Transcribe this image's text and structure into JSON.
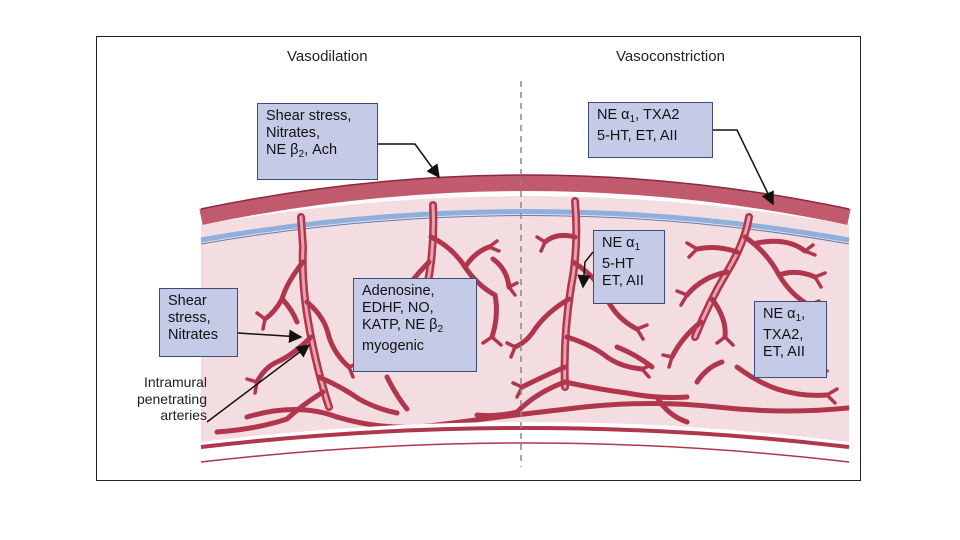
{
  "headings": {
    "left": "Vasodilation",
    "right": "Vasoconstriction"
  },
  "boxes": {
    "top_left": {
      "lines": [
        "Shear stress,",
        "Nitrates,"
      ],
      "ne": "NE ",
      "beta": "β",
      "sub": "2",
      "after": ", Ach"
    },
    "mid_left": {
      "lines": [
        "Shear",
        "stress,",
        "Nitrates"
      ]
    },
    "center": {
      "lines": [
        "Adenosine,",
        "EDHF, NO,"
      ],
      "ne": "KATP, NE ",
      "beta": "β",
      "sub": "2",
      "after": "",
      "last": "myogenic"
    },
    "top_right": {
      "ne": "NE ",
      "alpha": "α",
      "sub": "1",
      "after": ", TXA2",
      "lines": [
        "5-HT, ET, AII"
      ]
    },
    "mid_right": {
      "ne": "NE ",
      "alpha": "α",
      "sub": "1",
      "lines": [
        "5-HT",
        "ET, AII"
      ]
    },
    "right": {
      "ne": "NE ",
      "alpha": "α",
      "sub": "1",
      "after": ",",
      "lines": [
        "TXA2,",
        "ET, AII"
      ]
    }
  },
  "labels": {
    "arteries": [
      "Intramural",
      "penetrating",
      "arteries"
    ]
  },
  "colors": {
    "vessel": "#b0364e",
    "wall_light": "#e9c2c8",
    "wall_mid": "#d98c98",
    "endothelium": "#8fb0dc",
    "box_fill": "#c5cbe6",
    "box_border": "#3d4a7a",
    "divider": "#888888"
  }
}
